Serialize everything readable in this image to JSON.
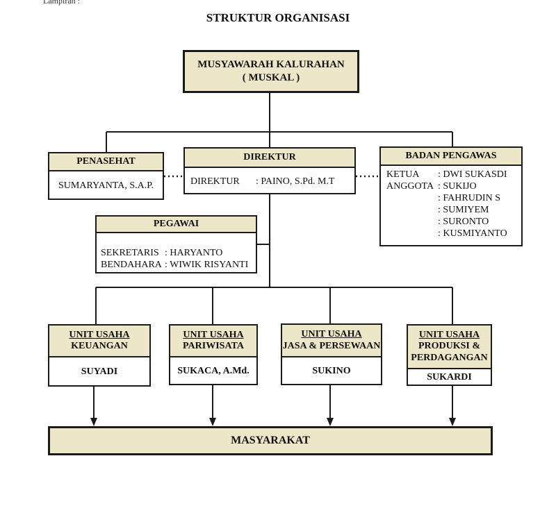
{
  "top_note": "Lampiran :",
  "title": "STRUKTUR ORGANISASI",
  "muskal": {
    "line1": "MUSYAWARAH KALURAHAN",
    "line2": "( MUSKAL )"
  },
  "penasehat": {
    "header": "PENASEHAT",
    "name": "SUMARYANTA, S.A.P."
  },
  "direktur": {
    "header": "DIREKTUR",
    "role": "DIREKTUR",
    "name": ": PAINO, S.Pd. M.T"
  },
  "badan_pengawas": {
    "header": "BADAN PENGAWAS",
    "rows": [
      {
        "role": "KETUA",
        "name": ": DWI SUKASDI"
      },
      {
        "role": "ANGGOTA",
        "name": ": SUKIJO"
      },
      {
        "role": "",
        "name": ": FAHRUDIN S"
      },
      {
        "role": "",
        "name": ": SUMIYEM"
      },
      {
        "role": "",
        "name": ": SURONTO"
      },
      {
        "role": "",
        "name": ": KUSMIYANTO"
      }
    ]
  },
  "pegawai": {
    "header": "PEGAWAI",
    "rows": [
      {
        "role": "SEKRETARIS",
        "name": ": HARYANTO"
      },
      {
        "role": "BENDAHARA",
        "name": ": WIWIK RISYANTI"
      }
    ]
  },
  "units": [
    {
      "line1": "UNIT USAHA",
      "line2": "KEUANGAN",
      "line3": "",
      "name": "SUYADI"
    },
    {
      "line1": "UNIT USAHA",
      "line2": "PARIWISATA",
      "line3": "",
      "name": "SUKACA, A.Md."
    },
    {
      "line1": "UNIT USAHA",
      "line2": "JASA & PERSEWAAN",
      "line3": "",
      "name": "SUKINO"
    },
    {
      "line1": "UNIT USAHA",
      "line2": "PRODUKSI &",
      "line3": "PERDAGANGAN",
      "name": "SUKARDI"
    }
  ],
  "masyarakat": "MASYARAKAT"
}
